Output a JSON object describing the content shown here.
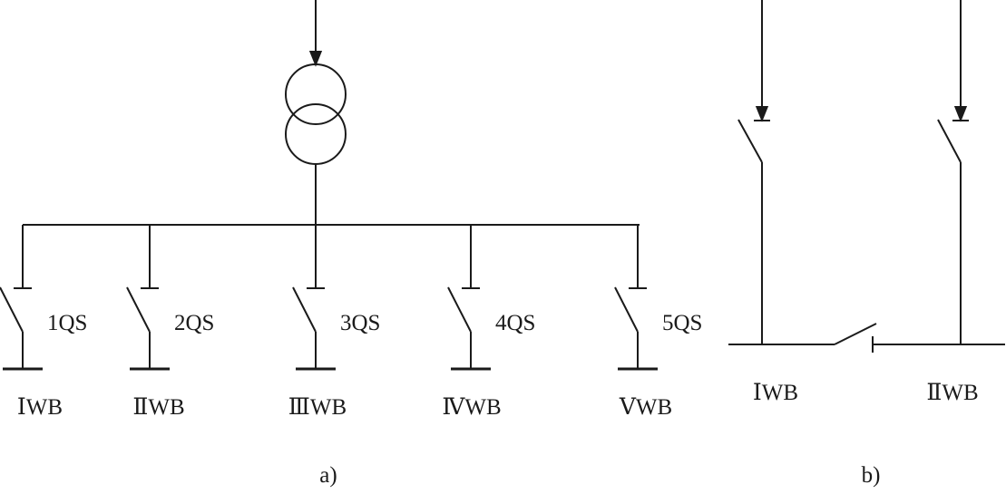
{
  "colors": {
    "ink": "#1a1a1a",
    "background": "#ffffff"
  },
  "diagram_a": {
    "caption": "a)",
    "switches": [
      {
        "label": "1QS",
        "bus": "ⅠWB"
      },
      {
        "label": "2QS",
        "bus": "ⅡWB"
      },
      {
        "label": "3QS",
        "bus": "ⅢWB"
      },
      {
        "label": "4QS",
        "bus": "ⅣWB"
      },
      {
        "label": "5QS",
        "bus": "ⅤWB"
      }
    ]
  },
  "diagram_b": {
    "caption": "b)",
    "bus_left": "ⅠWB",
    "bus_right": "ⅡWB"
  }
}
